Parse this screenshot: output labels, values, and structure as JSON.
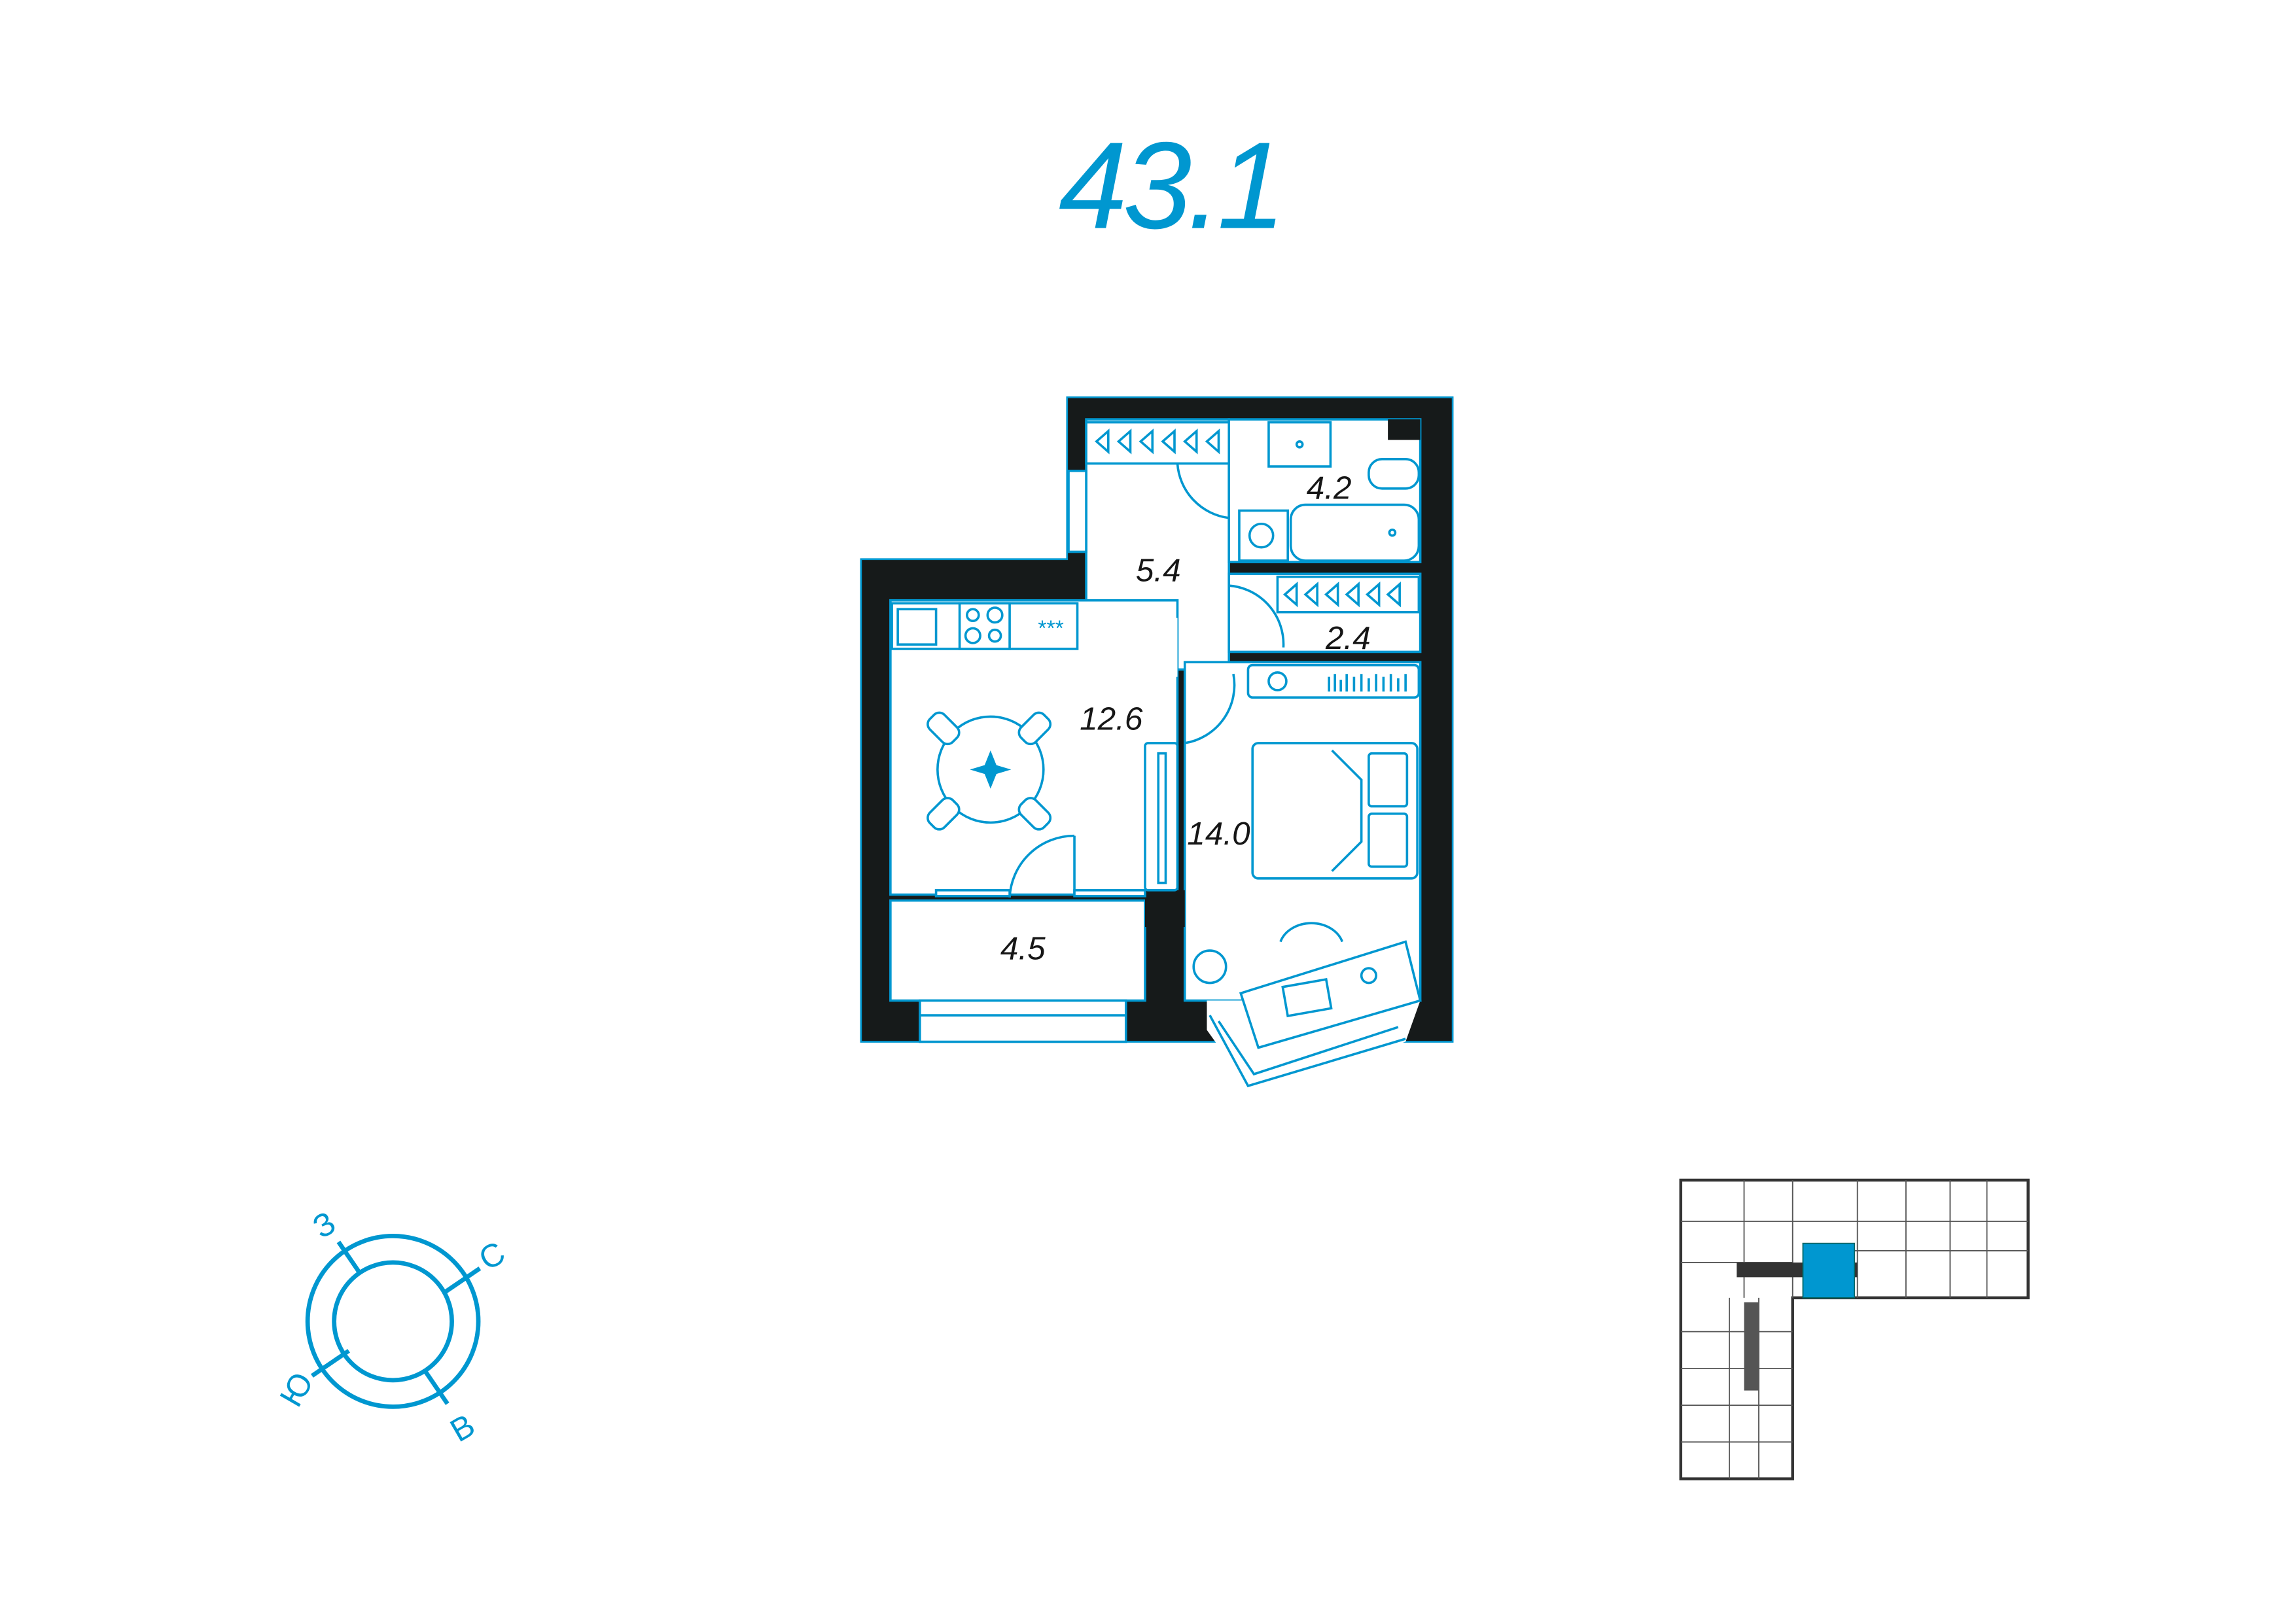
{
  "apartment": {
    "total_area": "43.1"
  },
  "rooms": [
    {
      "name": "hallway",
      "area": "5.4"
    },
    {
      "name": "bathroom",
      "area": "4.2"
    },
    {
      "name": "wardrobe",
      "area": "2.4"
    },
    {
      "name": "kitchen-living",
      "area": "12.6"
    },
    {
      "name": "bedroom",
      "area": "14.0"
    },
    {
      "name": "balcony",
      "area": "4.5"
    }
  ],
  "compass": {
    "west": "З",
    "north": "С",
    "south": "Ю",
    "east": "В"
  },
  "stove_label": "***",
  "colors": {
    "accent": "#0097d0",
    "wall": "#161a1a",
    "highlight": "#0097d0"
  }
}
